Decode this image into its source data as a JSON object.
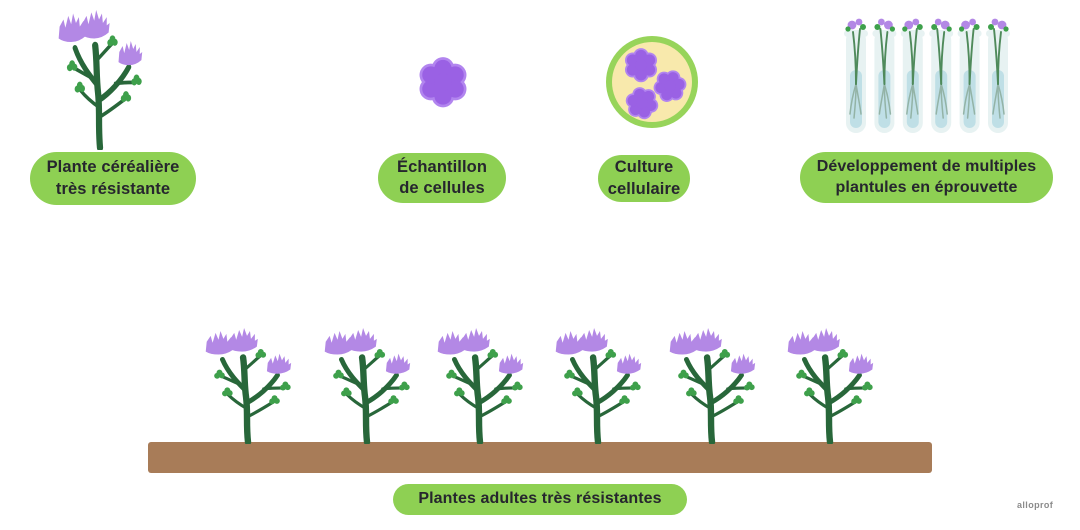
{
  "palette": {
    "background": "#ffffff",
    "pill": "#8ed053",
    "label_text": "#26262e",
    "flower": "#b388e5",
    "stem": "#28673a",
    "leaf": "#3ea04b",
    "soil": "#a87c58",
    "petri_ring": "#97d45a",
    "petri_fill": "#f8e9ac",
    "cell": "#9a61e4",
    "cell_light": "#b285ef",
    "tube": "#e7f2f2",
    "liquid": "#bfdfe6",
    "sprout": "#4f8a5b",
    "root": "#93b3a6",
    "watermark": "#8b8b8b"
  },
  "icons": {
    "step1": "resistant-cereal-plant-icon",
    "step2": "cell-cluster-icon",
    "step3": "petri-dish-culture-icon",
    "step4": "test-tube-plantlets-icon",
    "result": "field-of-adult-plants-icon"
  },
  "steps": [
    {
      "label_lines": [
        "Plante céréalière",
        "très résistante"
      ]
    },
    {
      "label_lines": [
        "Échantillon",
        "de cellules"
      ]
    },
    {
      "label_lines": [
        "Culture",
        "cellulaire"
      ]
    },
    {
      "label_lines": [
        "Développement de multiples",
        "plantules en éprouvette"
      ]
    }
  ],
  "result_label": "Plantes adultes très résistantes",
  "watermark": "alloprof"
}
